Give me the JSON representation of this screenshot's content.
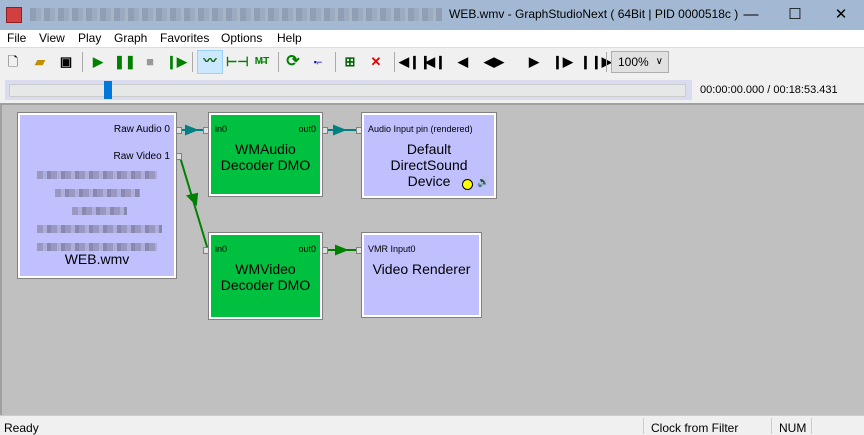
{
  "window": {
    "title": "WEB.wmv - GraphStudioNext ( 64Bit | PID 0000518c )",
    "minimize": "—",
    "maximize": "☐",
    "close": "✕"
  },
  "menu": [
    "File",
    "View",
    "Play",
    "Graph",
    "Favorites",
    "Options",
    "Help"
  ],
  "toolbar": {
    "icons": [
      "new-icon",
      "open-icon",
      "save-icon",
      "play-icon",
      "pause-icon",
      "stop-icon",
      "step-icon",
      "connect-direct-icon",
      "connect-intelligent-icon",
      "connect-mt-icon",
      "refresh-icon",
      "clock-icon",
      "add-filter-icon",
      "remove-filter-icon",
      "seek-start-icon",
      "seek-back-large-icon",
      "seek-back-icon",
      "frame-step-icon",
      "seek-forward-icon",
      "seek-forward-large-icon",
      "seek-end-icon"
    ],
    "zoom": "100%"
  },
  "seek": {
    "time": "00:00:00.000 / 00:18:53.431",
    "position_fraction": 0.146
  },
  "filters": {
    "source": {
      "name": "WEB.wmv",
      "pins": [
        "Raw Audio 0",
        "Raw Video 1"
      ]
    },
    "audio_decoder": {
      "name1": "WMAudio",
      "name2": "Decoder DMO",
      "in": "in0",
      "out": "out0"
    },
    "video_decoder": {
      "name1": "WMVideo",
      "name2": "Decoder DMO",
      "in": "in0",
      "out": "out0"
    },
    "audio_renderer": {
      "name1": "Default",
      "name2": "DirectSound",
      "name3": "Device",
      "in": "Audio Input pin (rendered)"
    },
    "video_renderer": {
      "name": "Video Renderer",
      "in": "VMR Input0"
    }
  },
  "colors": {
    "filter_blue": "#c0c0ff",
    "filter_green": "#00c040",
    "audio_wire": "#008080",
    "video_wire": "#008000"
  },
  "status": {
    "text": "Ready",
    "clock": "Clock from Filter",
    "num": "NUM"
  }
}
